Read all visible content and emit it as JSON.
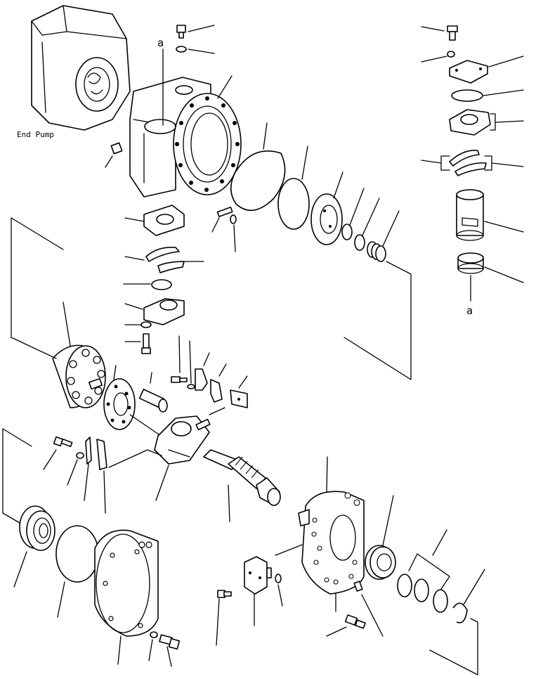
{
  "labels": {
    "end_pump": "End Pump",
    "ref_a_top": "a",
    "ref_a_right": "a"
  },
  "colors": {
    "ink": "#000000",
    "paper": "#ffffff"
  }
}
